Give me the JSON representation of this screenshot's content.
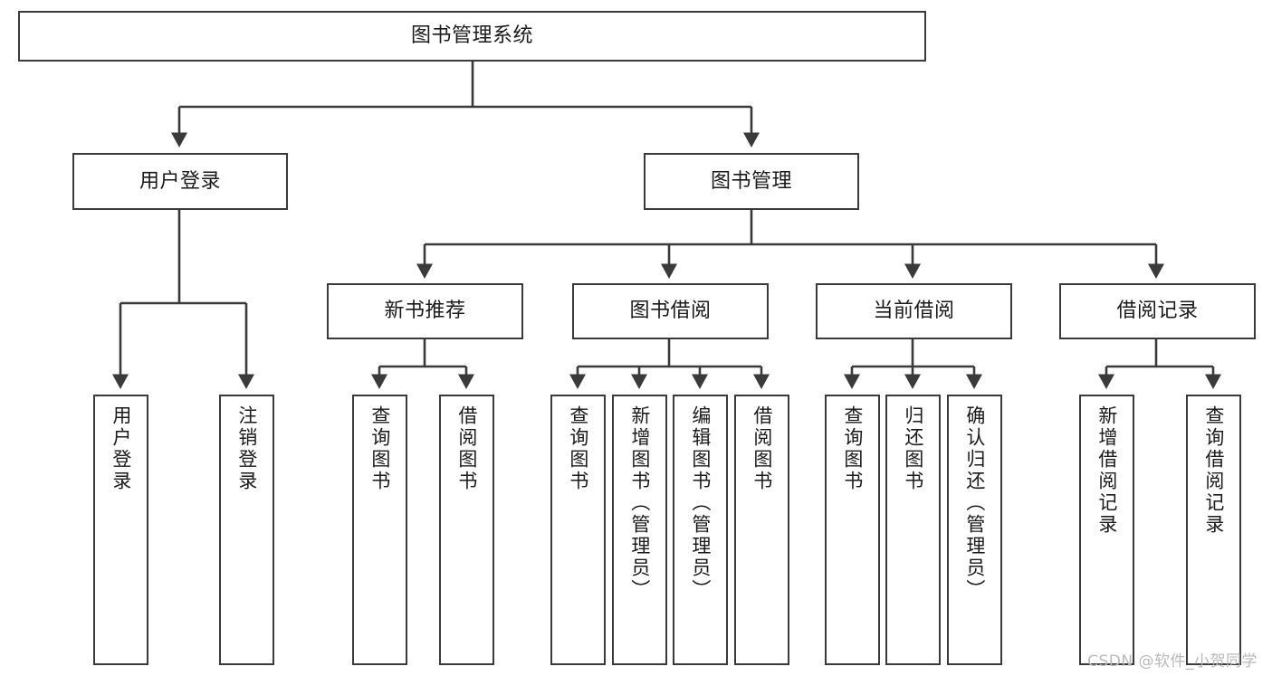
{
  "diagram": {
    "title": "图书管理系统",
    "type": "tree-hierarchy-diagram",
    "root": {
      "label": "图书管理系统"
    },
    "level2": [
      {
        "label": "用户登录"
      },
      {
        "label": "图书管理"
      }
    ],
    "level3": [
      {
        "label": "新书推荐"
      },
      {
        "label": "图书借阅"
      },
      {
        "label": "当前借阅"
      },
      {
        "label": "借阅记录"
      }
    ],
    "leaves": {
      "user_login": [
        {
          "label": "用户登录"
        },
        {
          "label": "注销登录"
        }
      ],
      "new_book_recommend": [
        {
          "label": "查询图书"
        },
        {
          "label": "借阅图书"
        }
      ],
      "book_borrow": [
        {
          "label": "查询图书"
        },
        {
          "label": "新增图书（管理员）"
        },
        {
          "label": "编辑图书（管理员）"
        },
        {
          "label": "借阅图书"
        }
      ],
      "current_borrow": [
        {
          "label": "查询图书"
        },
        {
          "label": "归还图书"
        },
        {
          "label": "确认归还（管理员）"
        }
      ],
      "borrow_record": [
        {
          "label": "新增借阅记录"
        },
        {
          "label": "查询借阅记录"
        }
      ]
    }
  },
  "watermark": {
    "text": "CSDN @软件_小贺同学"
  },
  "colors": {
    "box_border": "#3a3a3a",
    "box_fill": "#ffffff",
    "edge": "#3a3a3a",
    "text": "#1a1a1a",
    "watermark": "#b9b9b9",
    "background": "#ffffff"
  }
}
